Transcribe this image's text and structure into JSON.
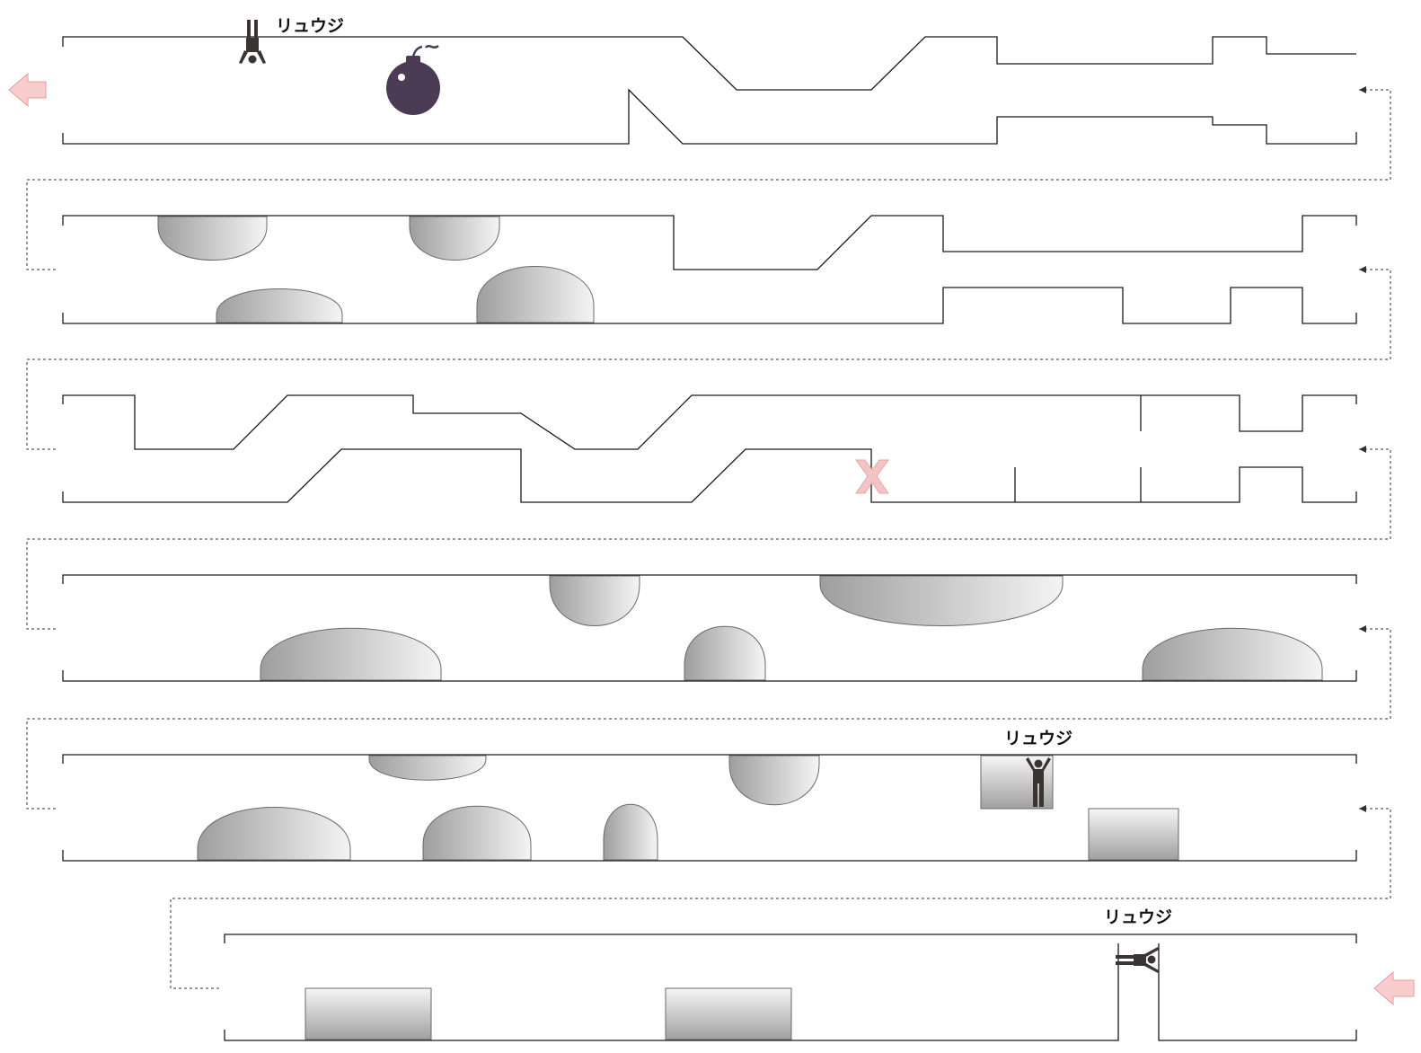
{
  "colors": {
    "wall": "#1a1a1a",
    "path_dotted": "#333333",
    "obstacle_light": "#f4f4f4",
    "obstacle_dark": "#9e9e9e",
    "bomb": "#4b3b55",
    "marker_x": "#f4c4c4",
    "arrow": "#f9cdcd",
    "figure": "#3a3434"
  },
  "icons": {
    "entry_arrow": "left-arrow-icon",
    "exit_arrow": "left-arrow-icon",
    "bomb": "bomb-icon",
    "x_marker": "x-mark-icon",
    "person_upside_down": "person-hanging-icon",
    "person_standing": "person-arms-up-icon",
    "person_sideways": "person-sideways-icon"
  },
  "labels": {
    "ryuji_top": "リュウジ",
    "ryuji_mid": "リュウジ",
    "ryuji_bottom": "リュウジ"
  }
}
